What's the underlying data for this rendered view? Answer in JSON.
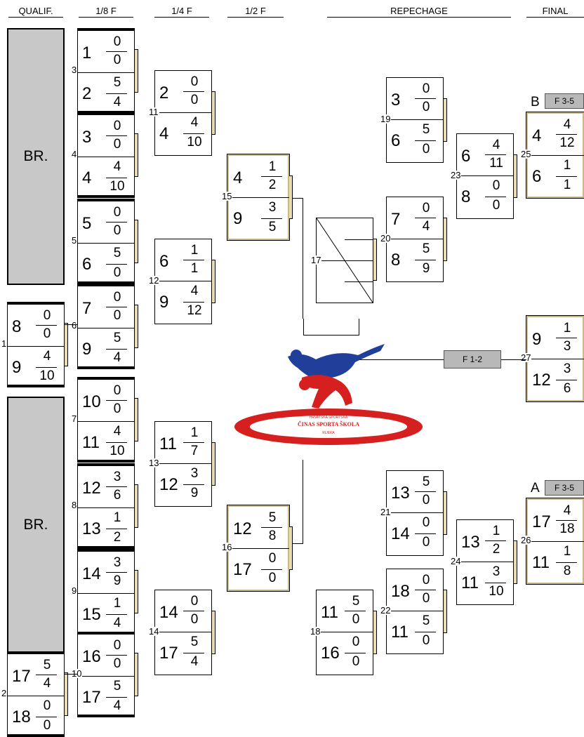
{
  "headers": {
    "qualif": "QUALIF.",
    "eighth": "1/8 F",
    "quarter": "1/4 F",
    "semi": "1/2 F",
    "repechage": "REPECHAGE",
    "final": "FINAL"
  },
  "bye_label": "BR.",
  "qualification": [
    {
      "bout": "1",
      "a": "8",
      "a1": "0",
      "a2": "0",
      "b": "9",
      "b1": "4",
      "b2": "10"
    },
    {
      "bout": "2",
      "a": "17",
      "a1": "5",
      "a2": "4",
      "b": "18",
      "b1": "0",
      "b2": "0"
    }
  ],
  "eighth_finals": [
    {
      "bout": "3",
      "a": "1",
      "a1": "0",
      "a2": "0",
      "b": "2",
      "b1": "5",
      "b2": "4"
    },
    {
      "bout": "4",
      "a": "3",
      "a1": "0",
      "a2": "0",
      "b": "4",
      "b1": "4",
      "b2": "10"
    },
    {
      "bout": "5",
      "a": "5",
      "a1": "0",
      "a2": "0",
      "b": "6",
      "b1": "5",
      "b2": "0"
    },
    {
      "bout": "6",
      "a": "7",
      "a1": "0",
      "a2": "0",
      "b": "9",
      "b1": "5",
      "b2": "4"
    },
    {
      "bout": "7",
      "a": "10",
      "a1": "0",
      "a2": "0",
      "b": "11",
      "b1": "4",
      "b2": "10"
    },
    {
      "bout": "8",
      "a": "12",
      "a1": "3",
      "a2": "6",
      "b": "13",
      "b1": "1",
      "b2": "2"
    },
    {
      "bout": "9",
      "a": "14",
      "a1": "3",
      "a2": "9",
      "b": "15",
      "b1": "1",
      "b2": "4"
    },
    {
      "bout": "10",
      "a": "16",
      "a1": "0",
      "a2": "0",
      "b": "17",
      "b1": "5",
      "b2": "4"
    }
  ],
  "quarter_finals": [
    {
      "bout": "11",
      "a": "2",
      "a1": "0",
      "a2": "0",
      "b": "4",
      "b1": "4",
      "b2": "10"
    },
    {
      "bout": "12",
      "a": "6",
      "a1": "1",
      "a2": "1",
      "b": "9",
      "b1": "4",
      "b2": "12"
    },
    {
      "bout": "13",
      "a": "11",
      "a1": "1",
      "a2": "7",
      "b": "12",
      "b1": "3",
      "b2": "9"
    },
    {
      "bout": "14",
      "a": "14",
      "a1": "0",
      "a2": "0",
      "b": "17",
      "b1": "5",
      "b2": "4"
    }
  ],
  "semi_finals": [
    {
      "bout": "15",
      "a": "4",
      "a1": "1",
      "a2": "2",
      "b": "9",
      "b1": "3",
      "b2": "5"
    },
    {
      "bout": "16",
      "a": "12",
      "a1": "5",
      "a2": "8",
      "b": "17",
      "b1": "0",
      "b2": "0"
    }
  ],
  "repechage": [
    {
      "bout": "19",
      "a": "3",
      "a1": "0",
      "a2": "0",
      "b": "6",
      "b1": "5",
      "b2": "0"
    },
    {
      "bout": "20",
      "a": "7",
      "a1": "0",
      "a2": "4",
      "b": "8",
      "b1": "5",
      "b2": "9"
    },
    {
      "bout": "23",
      "a": "6",
      "a1": "4",
      "a2": "11",
      "b": "8",
      "b1": "0",
      "b2": "0"
    },
    {
      "bout": "21",
      "a": "13",
      "a1": "5",
      "a2": "0",
      "b": "14",
      "b1": "0",
      "b2": "0"
    },
    {
      "bout": "22",
      "a": "18",
      "a1": "0",
      "a2": "0",
      "b": "11",
      "b1": "5",
      "b2": "0"
    },
    {
      "bout": "24",
      "a": "13",
      "a1": "1",
      "a2": "2",
      "b": "11",
      "b1": "3",
      "b2": "10"
    },
    {
      "bout": "18",
      "a": "11",
      "a1": "5",
      "a2": "0",
      "b": "16",
      "b1": "0",
      "b2": "0"
    }
  ],
  "empty_bout": {
    "bout": "17"
  },
  "finals": [
    {
      "bout": "25",
      "group": "B",
      "tag": "F 3-5",
      "a": "4",
      "a1": "4",
      "a2": "12",
      "b": "6",
      "b1": "1",
      "b2": "1"
    },
    {
      "bout": "27",
      "tag": "F 1-2",
      "a": "9",
      "a1": "1",
      "a2": "3",
      "b": "12",
      "b1": "3",
      "b2": "6"
    },
    {
      "bout": "26",
      "group": "A",
      "tag": "F 3-5",
      "a": "17",
      "a1": "4",
      "a2": "18",
      "b": "11",
      "b1": "1",
      "b2": "8"
    }
  ],
  "logo": {
    "line1": "HRVATSKA SPORTSKA",
    "line2": "ČINAS SPORTA ŠKOLA",
    "line3": "RIJEKA",
    "colors": {
      "blue": "#1f3f9a",
      "red": "#d62020"
    }
  }
}
